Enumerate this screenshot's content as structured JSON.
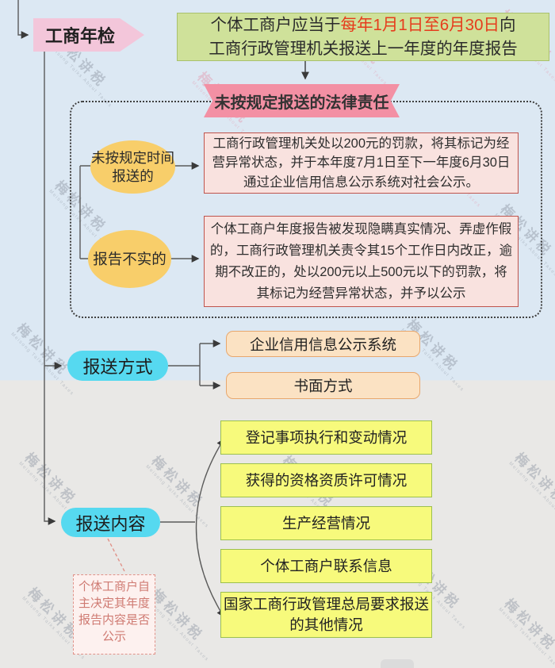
{
  "header": {
    "label": "工商年检",
    "rule": {
      "line1_pre": "个体工商户应当于",
      "line1_highlight": "每年1月1日至6月30日",
      "line1_post": "向",
      "line2": "工商行政管理机关报送上一年度的年度报告"
    }
  },
  "legal": {
    "title": "未按规定报送的法律责任",
    "cases": [
      {
        "condition": "未按规定时间报送的",
        "consequence": "工商行政管理机关处以200元的罚款，将其标记为经营异常状态，并于本年度7月1日至下一年度6月30日通过企业信用信息公示系统对社会公示。"
      },
      {
        "condition": "报告不实的",
        "consequence": "个体工商户年度报告被发现隐瞒真实情况、弄虚作假的，工商行政管理机关责令其15个工作日内改正，逾期不改正的，处以200元以上500元以下的罚款，将其标记为经营异常状态，并予以公示"
      }
    ]
  },
  "methods": {
    "label": "报送方式",
    "items": [
      "企业信用信息公示系统",
      "书面方式"
    ]
  },
  "contents": {
    "label": "报送内容",
    "items": [
      "登记事项执行和变动情况",
      "获得的资格资质许可情况",
      "生产经营情况",
      "个体工商户联系信息",
      "国家工商行政管理总局要求报送的其他情况"
    ],
    "note": "个体工商户自主决定其年度报告内容是否公示"
  },
  "watermark": {
    "text": "梅松讲税",
    "subtext": "Meisong Talks About Taxes"
  },
  "colors": {
    "highlight_red": "#e63c1c",
    "banner_pink": "#f390a4",
    "ellipse_yellow": "#f8ce6a",
    "penalty_pink": "#f9e2df",
    "pill_cyan": "#56d9f0",
    "method_peach": "#fbe2c3",
    "content_yellow": "#f7fa7c",
    "bg_blue": "#dce8f3",
    "bg_gray": "#e9e8e6"
  }
}
